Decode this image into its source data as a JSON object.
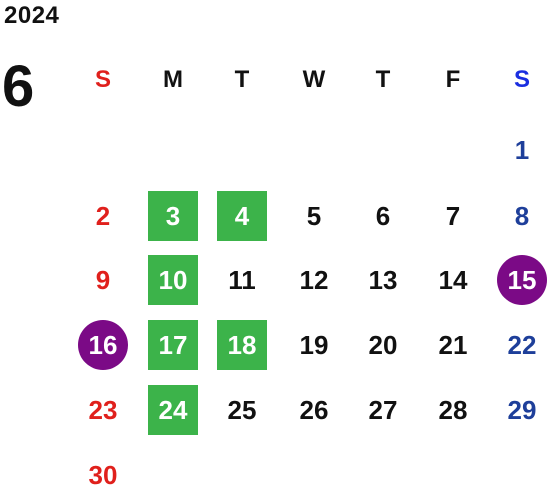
{
  "calendar": {
    "year": "2024",
    "month": "6",
    "weekdays": [
      "S",
      "M",
      "T",
      "W",
      "T",
      "F",
      "S"
    ],
    "days": [
      {
        "label": "1",
        "weekday": 6,
        "week": 0,
        "mark": ""
      },
      {
        "label": "2",
        "weekday": 0,
        "week": 1,
        "mark": ""
      },
      {
        "label": "3",
        "weekday": 1,
        "week": 1,
        "mark": "green"
      },
      {
        "label": "4",
        "weekday": 2,
        "week": 1,
        "mark": "green"
      },
      {
        "label": "5",
        "weekday": 3,
        "week": 1,
        "mark": ""
      },
      {
        "label": "6",
        "weekday": 4,
        "week": 1,
        "mark": ""
      },
      {
        "label": "7",
        "weekday": 5,
        "week": 1,
        "mark": ""
      },
      {
        "label": "8",
        "weekday": 6,
        "week": 1,
        "mark": ""
      },
      {
        "label": "9",
        "weekday": 0,
        "week": 2,
        "mark": ""
      },
      {
        "label": "10",
        "weekday": 1,
        "week": 2,
        "mark": "green"
      },
      {
        "label": "11",
        "weekday": 2,
        "week": 2,
        "mark": ""
      },
      {
        "label": "12",
        "weekday": 3,
        "week": 2,
        "mark": ""
      },
      {
        "label": "13",
        "weekday": 4,
        "week": 2,
        "mark": ""
      },
      {
        "label": "14",
        "weekday": 5,
        "week": 2,
        "mark": ""
      },
      {
        "label": "15",
        "weekday": 6,
        "week": 2,
        "mark": "purple"
      },
      {
        "label": "16",
        "weekday": 0,
        "week": 3,
        "mark": "purple"
      },
      {
        "label": "17",
        "weekday": 1,
        "week": 3,
        "mark": "green"
      },
      {
        "label": "18",
        "weekday": 2,
        "week": 3,
        "mark": "green"
      },
      {
        "label": "19",
        "weekday": 3,
        "week": 3,
        "mark": ""
      },
      {
        "label": "20",
        "weekday": 4,
        "week": 3,
        "mark": ""
      },
      {
        "label": "21",
        "weekday": 5,
        "week": 3,
        "mark": ""
      },
      {
        "label": "22",
        "weekday": 6,
        "week": 3,
        "mark": ""
      },
      {
        "label": "23",
        "weekday": 0,
        "week": 4,
        "mark": ""
      },
      {
        "label": "24",
        "weekday": 1,
        "week": 4,
        "mark": "green"
      },
      {
        "label": "25",
        "weekday": 2,
        "week": 4,
        "mark": ""
      },
      {
        "label": "26",
        "weekday": 3,
        "week": 4,
        "mark": ""
      },
      {
        "label": "27",
        "weekday": 4,
        "week": 4,
        "mark": ""
      },
      {
        "label": "28",
        "weekday": 5,
        "week": 4,
        "mark": ""
      },
      {
        "label": "29",
        "weekday": 6,
        "week": 4,
        "mark": ""
      },
      {
        "label": "30",
        "weekday": 0,
        "week": 5,
        "mark": ""
      }
    ]
  },
  "colors": {
    "sunday": "#e0201c",
    "saturday_header": "#1a2ee0",
    "saturday_date": "#1e3f9a",
    "green_mark": "#3cb34a",
    "purple_mark": "#7b0a86"
  }
}
